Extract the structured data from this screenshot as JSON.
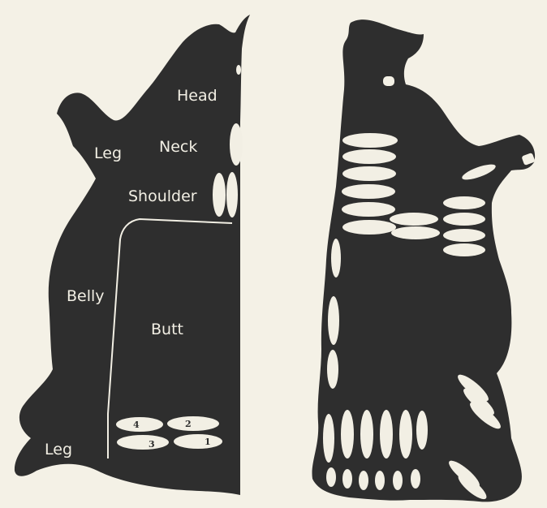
{
  "colors": {
    "paper": "#f4f1e6",
    "hide": "#2e2e2e",
    "mark": "#f2efe4"
  },
  "left_hide": {
    "labels": {
      "head": "Head",
      "neck": "Neck",
      "leg_upper": "Leg",
      "shoulder": "Shoulder",
      "belly": "Belly",
      "butt": "Butt",
      "leg_lower": "Leg"
    },
    "sample_numbers": [
      "4",
      "2",
      "3",
      "1"
    ]
  }
}
